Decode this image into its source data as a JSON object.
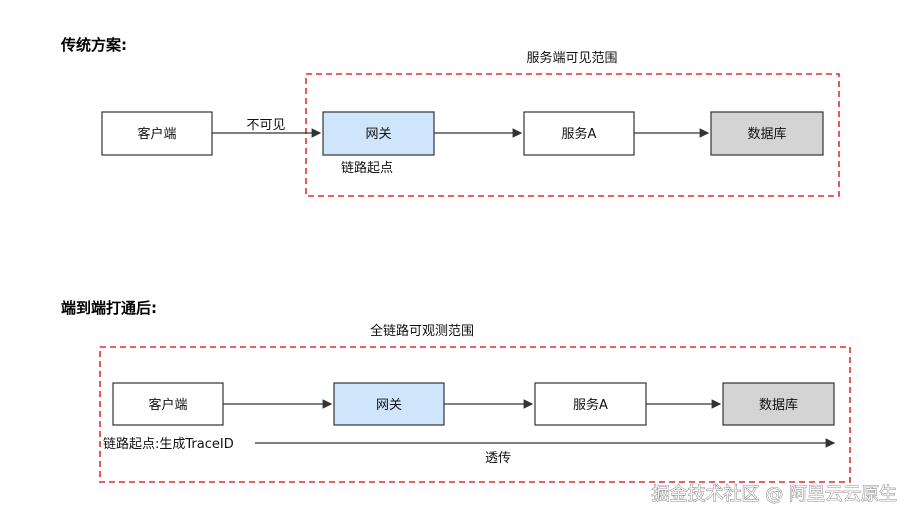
{
  "top": {
    "title": "传统方案:",
    "scope_label": "服务端可见范围",
    "nodes": {
      "client": "客户端",
      "gateway": "网关",
      "service_a": "服务A",
      "database": "数据库"
    },
    "edge_label": "不可见",
    "trace_start_label": "链路起点"
  },
  "bottom": {
    "title": "端到端打通后:",
    "scope_label": "全链路可观测范围",
    "nodes": {
      "client": "客户端",
      "gateway": "网关",
      "service_a": "服务A",
      "database": "数据库"
    },
    "trace_start_label": "链路起点:生成TraceID",
    "passthrough_label": "透传"
  },
  "watermark": "掘金技术社区 @ 阿里云云原生",
  "colors": {
    "scope_border": "#e03030",
    "box_border": "#333333",
    "default_fill": "#ffffff",
    "gateway_fill": "#cfe5fb",
    "database_fill": "#d4d4d4",
    "arrow": "#333333"
  }
}
